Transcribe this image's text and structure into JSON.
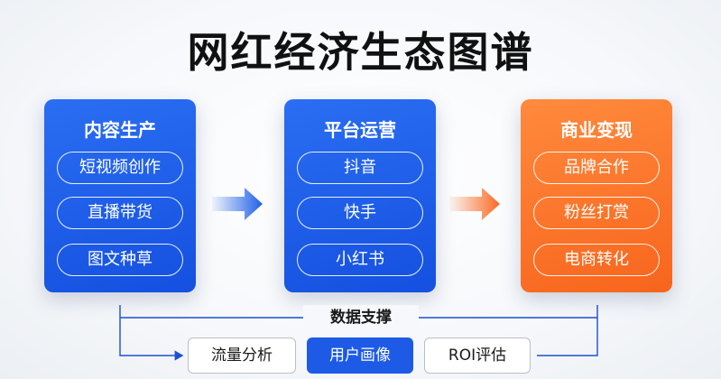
{
  "title": "网红经济生态图谱",
  "stages": [
    {
      "title": "内容生产",
      "items": [
        "短视频创作",
        "直播带货",
        "图文种草"
      ],
      "color": "#1f5fe8"
    },
    {
      "title": "平台运营",
      "items": [
        "抖音",
        "快手",
        "小红书"
      ],
      "color": "#1f5fe8"
    },
    {
      "title": "商业变现",
      "items": [
        "品牌合作",
        "粉丝打赏",
        "电商转化"
      ],
      "color": "#f96a22"
    }
  ],
  "support": {
    "label": "数据支撑",
    "items": [
      "流量分析",
      "用户画像",
      "ROI评估"
    ],
    "highlighted_index": 1
  },
  "colors": {
    "blue": "#1f5fe8",
    "orange": "#f96a22",
    "connector": "#1d4fd0"
  }
}
